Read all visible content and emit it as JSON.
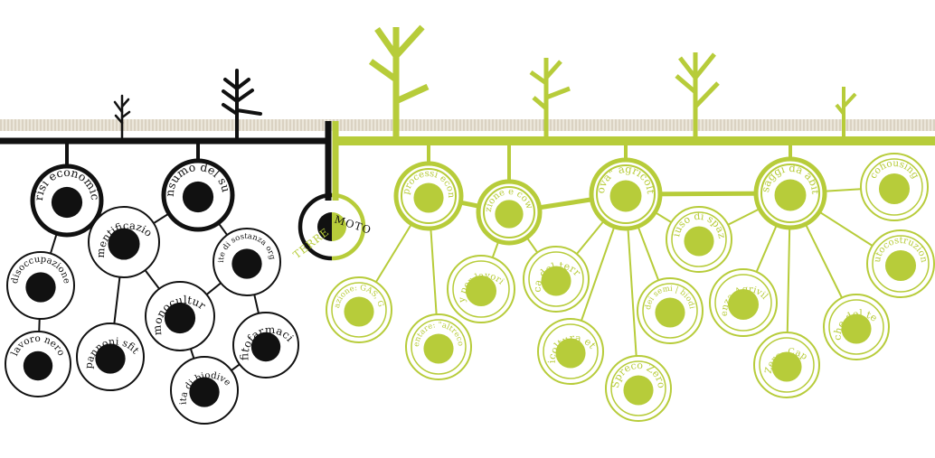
{
  "colors": {
    "dark": "#111111",
    "green": "#b7cc3a",
    "ground": "#ddd6c6",
    "background": "#ffffff"
  },
  "center": {
    "part_a": "TERRE",
    "part_b": "MOTO"
  },
  "left": {
    "nodes": [
      {
        "id": "crisi",
        "label": "crisi economica",
        "primary": true
      },
      {
        "id": "consumo",
        "label": "consumo del suolo",
        "primary": true
      },
      {
        "id": "disoccupazione",
        "label": "disoccupazione"
      },
      {
        "id": "lavoro",
        "label": "lavoro nero"
      },
      {
        "id": "cementificazione",
        "label": "cementificazione"
      },
      {
        "id": "perdite",
        "label": "perdite di sostanza organica"
      },
      {
        "id": "monoculture",
        "label": "monoculture"
      },
      {
        "id": "capannoni",
        "label": "capannoni sfitti"
      },
      {
        "id": "fitofarmaci",
        "label": "fitofarmaci"
      },
      {
        "id": "biodiversita",
        "label": "perdita di biodiversità"
      }
    ],
    "links": [
      [
        "crisi",
        "disoccupazione"
      ],
      [
        "disoccupazione",
        "lavoro"
      ],
      [
        "consumo",
        "cementificazione"
      ],
      [
        "consumo",
        "perdite"
      ],
      [
        "cementificazione",
        "capannoni"
      ],
      [
        "cementificazione",
        "monoculture"
      ],
      [
        "perdite",
        "monoculture"
      ],
      [
        "perdite",
        "fitofarmaci"
      ],
      [
        "monoculture",
        "biodiversita"
      ],
      [
        "fitofarmaci",
        "biodiversita"
      ]
    ]
  },
  "right": {
    "nodes": [
      {
        "id": "processi",
        "label": "nuovi processi economici",
        "primary": true
      },
      {
        "id": "formazione",
        "label": "formazione e coworking",
        "primary": true
      },
      {
        "id": "agricoltura",
        "label": "\"nuova\" agricoltura",
        "primary": true
      },
      {
        "id": "paesaggi",
        "label": "paesaggi da abitare",
        "primary": true
      },
      {
        "id": "riuso",
        "label": "riuso di spazi"
      },
      {
        "id": "cohousing",
        "label": "cohousing"
      },
      {
        "id": "autocostruzione",
        "label": "autocostruzione"
      },
      {
        "id": "banchetempo",
        "label": "banche del tempo"
      },
      {
        "id": "rifiuti",
        "label": "Rifiuti Zero: Capannori"
      },
      {
        "id": "agrivillaggio",
        "label": "esperienza Agrivillaggio"
      },
      {
        "id": "semi",
        "label": "banca dei semi | biodiversità"
      },
      {
        "id": "spreco",
        "label": "Spreco Zero"
      },
      {
        "id": "etica",
        "label": "agricoltura etica"
      },
      {
        "id": "bancaterreno",
        "label": "banca del terreno"
      },
      {
        "id": "factory",
        "label": "factory per lavori rurali"
      },
      {
        "id": "cooperazione",
        "label": "cooperazione: GAS, GAT, reti"
      },
      {
        "id": "altreconomie",
        "label": "sperimentare: \"altreconomie\""
      }
    ],
    "links": [
      [
        "processi",
        "formazione"
      ],
      [
        "formazione",
        "agricoltura"
      ],
      [
        "agricoltura",
        "paesaggi"
      ],
      [
        "processi",
        "cooperazione"
      ],
      [
        "processi",
        "altreconomie"
      ],
      [
        "formazione",
        "factory"
      ],
      [
        "formazione",
        "bancaterreno"
      ],
      [
        "agricoltura",
        "bancaterreno"
      ],
      [
        "agricoltura",
        "etica"
      ],
      [
        "agricoltura",
        "spreco"
      ],
      [
        "agricoltura",
        "semi"
      ],
      [
        "agricoltura",
        "riuso"
      ],
      [
        "paesaggi",
        "riuso"
      ],
      [
        "paesaggi",
        "agrivillaggio"
      ],
      [
        "paesaggi",
        "rifiuti"
      ],
      [
        "paesaggi",
        "banchetempo"
      ],
      [
        "paesaggi",
        "cohousing"
      ],
      [
        "paesaggi",
        "autocostruzione"
      ]
    ]
  }
}
